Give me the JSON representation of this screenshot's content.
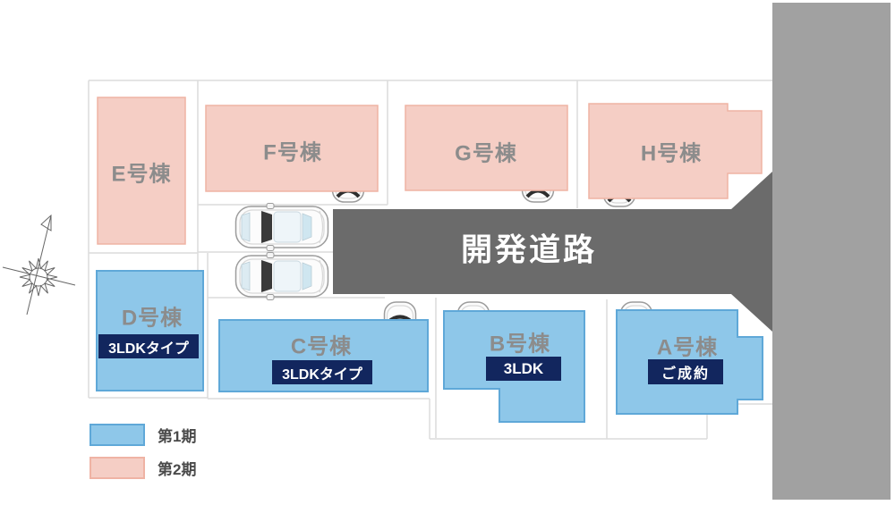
{
  "plan": {
    "road": {
      "label": "開発道路"
    },
    "lots": [
      {
        "label": "A号棟",
        "badge": "ご成約",
        "phase": "第1期"
      },
      {
        "label": "B号棟",
        "badge": "3LDK",
        "phase": "第1期"
      },
      {
        "label": "C号棟",
        "badge": "3LDKタイプ",
        "phase": "第1期"
      },
      {
        "label": "D号棟",
        "badge": "3LDKタイプ",
        "phase": "第1期"
      },
      {
        "label": "E号棟",
        "badge": "",
        "phase": "第2期"
      },
      {
        "label": "F号棟",
        "badge": "",
        "phase": "第2期"
      },
      {
        "label": "G号棟",
        "badge": "",
        "phase": "第2期"
      },
      {
        "label": "H号棟",
        "badge": "",
        "phase": "第2期"
      }
    ],
    "legend": {
      "items": [
        {
          "label": "第1期",
          "color": "#8ec7e9"
        },
        {
          "label": "第2期",
          "color": "#f5cec5"
        }
      ]
    },
    "colors": {
      "phase1_fill": "#8ec7e9",
      "phase1_border": "#5fa8d8",
      "phase2_fill": "#f5cec5",
      "phase2_border": "#efb3a4",
      "road": "#6b6b6b",
      "side_road": "#a1a1a1",
      "badge_bg": "#12265e",
      "lot_label_text": "#8c8c8c",
      "road_label_text": "#ffffff",
      "boundary_line": "#dcdcdc"
    }
  }
}
